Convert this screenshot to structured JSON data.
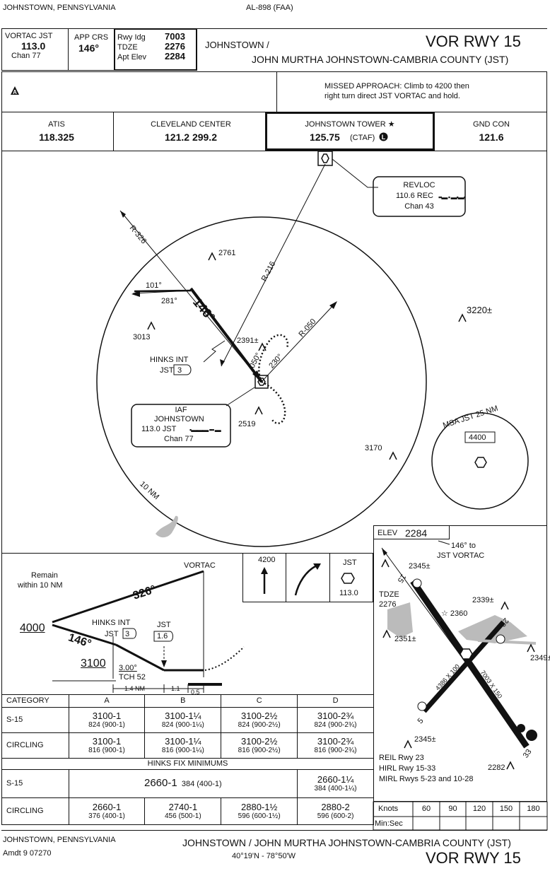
{
  "header": {
    "location": "JOHNSTOWN, PENNSYLVANIA",
    "doc_id": "AL-898 (FAA)",
    "vortac_label": "VORTAC  JST",
    "vortac_freq": "113.0",
    "vortac_chan": "Chan 77",
    "app_crs_label": "APP CRS",
    "app_crs": "146°",
    "rwy_ldg_label": "Rwy Idg",
    "rwy_ldg": "7003",
    "tdze_label": "TDZE",
    "tdze": "2276",
    "apt_elev_label": "Apt Elev",
    "apt_elev": "2284",
    "city": "JOHNSTOWN /",
    "procedure": "VOR RWY 15",
    "airport": "JOHN MURTHA JOHNSTOWN-CAMBRIA COUNTY (JST)"
  },
  "notes": {
    "symbol": "A",
    "missed_approach_1": "MISSED APPROACH:  Climb to 4200 then",
    "missed_approach_2": "right turn direct JST VORTAC and hold."
  },
  "comms": [
    {
      "name": "ATIS",
      "freq": "118.325"
    },
    {
      "name": "CLEVELAND CENTER",
      "freq": "121.2   299.2"
    },
    {
      "name": "JOHNSTOWN TOWER ★",
      "freq": "125.75",
      "note": "(CTAF)"
    },
    {
      "name": "GND CON",
      "freq": "121.6"
    }
  ],
  "plan": {
    "revloc_name": "REVLOC",
    "revloc_freq": "110.6 REC",
    "revloc_chan": "Chan 43",
    "r326": "R-326",
    "r216": "R-216",
    "r050": "R-050",
    "crs101": "101°",
    "crs281": "281°",
    "crs146": "146°",
    "crs050": "050°",
    "crs230": "230°",
    "elev_2761": "2761",
    "elev_3013": "3013",
    "elev_2391": "2391±",
    "elev_2519": "2519",
    "elev_3170": "3170",
    "elev_3220": "3220±",
    "hinks_name": "HINKS INT",
    "hinks_jst": "JST",
    "hinks_dme": "3",
    "iaf": "IAF",
    "iaf_name": "JOHNSTOWN",
    "iaf_freq": "113.0  JST",
    "iaf_chan": "Chan 77",
    "ring": "10 NM",
    "msa_label": "MSA JST 25 NM",
    "msa_alt": "4400"
  },
  "profile": {
    "remain": "Remain",
    "remain2": "within 10 NM",
    "vortac": "VORTAC",
    "alt4000": "4000",
    "crs326": "326°",
    "crs146": "146°",
    "hinks": "HINKS INT",
    "hinks_jst": "JST",
    "hinks_dme": "3",
    "jst": "JST",
    "jst_dme": "1.6",
    "alt3100": "3100",
    "gs": "3.00°",
    "tch": "TCH 52",
    "d14": "1.4 NM",
    "d11": "1.1",
    "d05": "0.5",
    "ma_alt": "4200",
    "ma_fix": "JST",
    "ma_freq": "113.0"
  },
  "minimums": {
    "headers": [
      "CATEGORY",
      "A",
      "B",
      "C",
      "D"
    ],
    "s15_label": "S-15",
    "s15": [
      [
        "3100-1",
        "824 (900-1)"
      ],
      [
        "3100-1¼",
        "824 (900-1¼)"
      ],
      [
        "3100-2½",
        "824 (900-2½)"
      ],
      [
        "3100-2¾",
        "824 (900-2¾)"
      ]
    ],
    "circ_label": "CIRCLING",
    "circ": [
      [
        "3100-1",
        "816 (900-1)"
      ],
      [
        "3100-1¼",
        "816 (900-1¼)"
      ],
      [
        "3100-2½",
        "816 (900-2½)"
      ],
      [
        "3100-2¾",
        "816 (900-2¾)"
      ]
    ],
    "hinks_title": "HINKS FIX MINIMUMS",
    "h_s15_abc": "2660-1",
    "h_s15_abc_sub": "384 (400-1)",
    "h_s15_d": "2660-1¼",
    "h_s15_d_sub": "384 (400-1¼)",
    "h_circ": [
      [
        "2660-1",
        "376 (400-1)"
      ],
      [
        "2740-1",
        "456 (500-1)"
      ],
      [
        "2880-1½",
        "596 (600-1½)"
      ],
      [
        "2880-2",
        "596 (600-2)"
      ]
    ]
  },
  "airport_diagram": {
    "elev_label": "ELEV",
    "elev": "2284",
    "crs_to": "146° to",
    "crs_to2": "JST VORTAC",
    "e2345a": "2345±",
    "tdze_label": "TDZE",
    "tdze": "2276",
    "e2339": "2339±",
    "e2360": "☆ 2360",
    "e2351": "2351±",
    "e2349": "2349±",
    "e2345b": "2345±",
    "e2282": "2282",
    "rwy15": "15",
    "rwy33": "33",
    "rwy5": "5",
    "rwy23": "23",
    "rwy_dims1": "7003 X 150",
    "rwy_dims2": "4386 X 100",
    "reil": "REIL Rwy 23",
    "hirl": "HIRL Rwy 15-33",
    "mirl": "MIRL Rwys 5-23 and 10-28"
  },
  "timing": {
    "knots_label": "Knots",
    "minsec_label": "Min:Sec",
    "speeds": [
      "60",
      "90",
      "120",
      "150",
      "180"
    ]
  },
  "footer": {
    "location": "JOHNSTOWN, PENNSYLVANIA",
    "amdt": "Amdt 9  07270",
    "airport": "JOHNSTOWN / JOHN MURTHA JOHNSTOWN-CAMBRIA COUNTY (JST)",
    "coords": "40°19'N - 78°50'W",
    "procedure": "VOR RWY 15"
  }
}
